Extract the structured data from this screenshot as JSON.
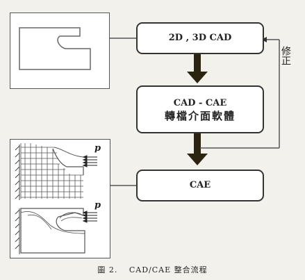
{
  "boxes": {
    "cad": "2D , 3D CAD",
    "interface_line1": "CAD - CAE",
    "interface_line2": "轉檔介面軟體",
    "cae": "CAE"
  },
  "feedback_label": "修正",
  "force_labels": {
    "upper": "p",
    "lower": "p"
  },
  "caption": "圖 2.　 CAD/CAE 整合流程",
  "colors": {
    "arrow": "#2b2410",
    "line": "#555555",
    "background": "#f2f1ec"
  }
}
